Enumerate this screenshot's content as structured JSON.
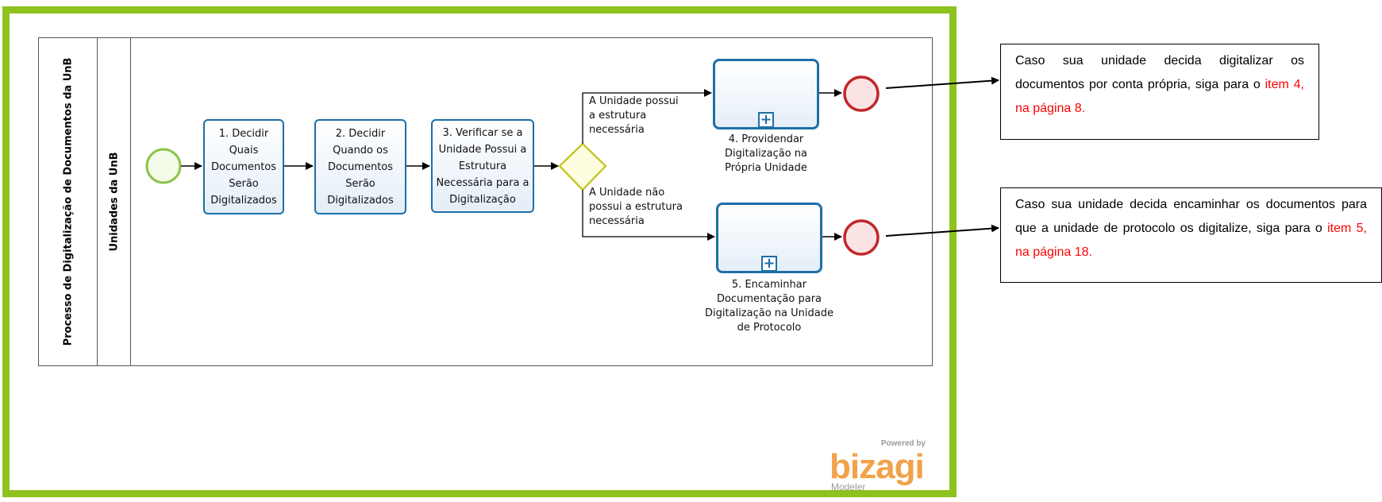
{
  "pool": {
    "title": "Processo de Digitalização de Documentos da UnB",
    "lane": "Unidades da UnB"
  },
  "tasks": [
    {
      "label": "1. Decidir Quais Documentos Serão Digitalizados"
    },
    {
      "label": "2. Decidir Quando os Documentos Serão Digitalizados"
    },
    {
      "label": "3. Verificar se a Unidade Possui a Estrutura Necessária para a Digitalização"
    }
  ],
  "subprocesses": [
    {
      "label_lines": [
        "4. Providendar",
        "Digitalização na",
        "Própria Unidade"
      ]
    },
    {
      "label_lines": [
        "5. Encaminhar",
        "Documentação para",
        "Digitalização na Unidade",
        "de  Protocolo"
      ]
    }
  ],
  "flows": {
    "top_lines": [
      "A Unidade possui",
      "a  estrutura",
      "necessária"
    ],
    "bottom_lines": [
      "A Unidade não",
      "possui a estrutura",
      "necessária"
    ]
  },
  "notes": [
    {
      "text": "Caso sua unidade decida digitalizar os documentos por conta própria, siga para o ",
      "highlight": "item 4, na página 8."
    },
    {
      "text": "Caso sua unidade decida encaminhar os documentos para que a unidade de protocolo os digitalize, siga para o ",
      "highlight": "item 5, na página 18."
    }
  ],
  "branding": {
    "powered_by": "Powered by",
    "logo": "bizagi",
    "product": "Modeler"
  },
  "colors": {
    "frame": "#8dc21f",
    "task_border": "#1d6fa5",
    "start_event": "#8bc34a",
    "end_event": "#c0292b",
    "gateway": "#c8c62c",
    "note_highlight": "#ff0000"
  }
}
